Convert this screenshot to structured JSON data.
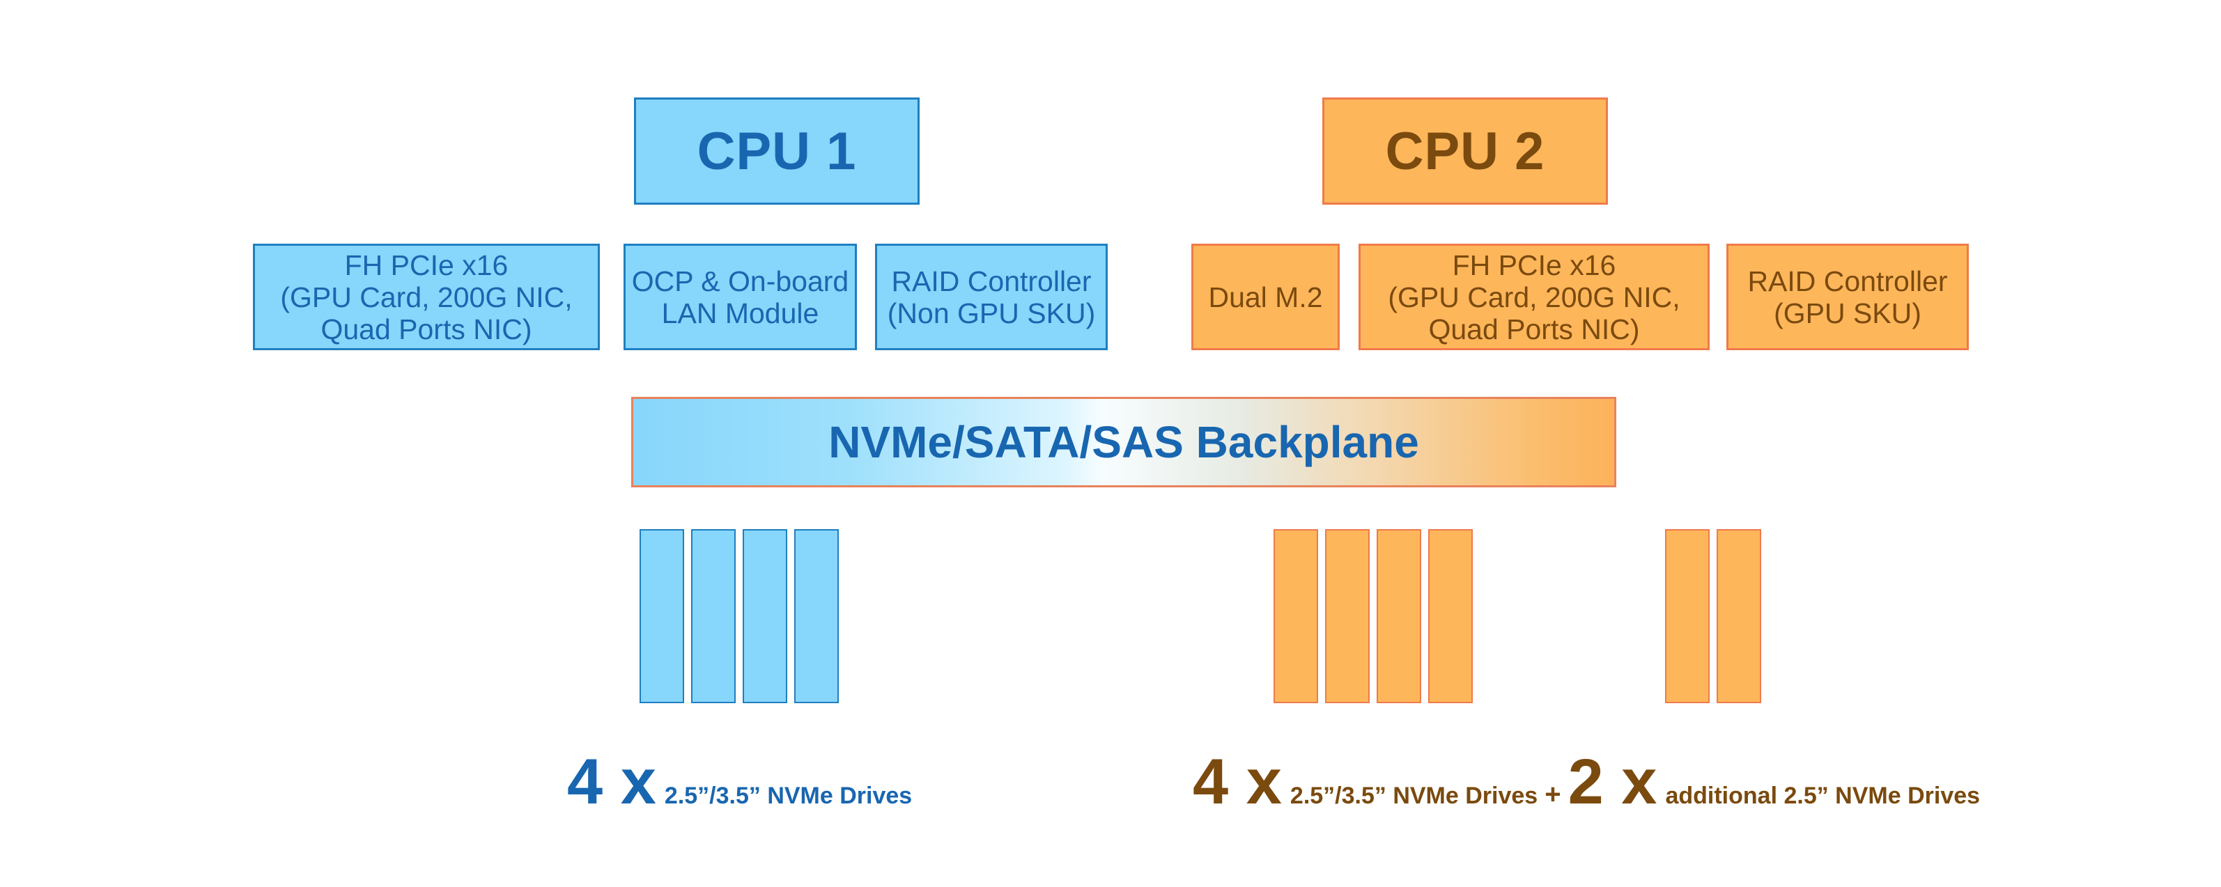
{
  "cpu1": {
    "label": "CPU 1",
    "modules": [
      "FH PCIe x16\n(GPU Card, 200G NIC,\nQuad Ports NIC)",
      "OCP & On-board\nLAN Module",
      "RAID Controller\n(Non GPU SKU)"
    ]
  },
  "cpu2": {
    "label": "CPU 2",
    "modules": [
      "Dual M.2",
      "FH PCIe x16\n(GPU Card, 200G NIC,\nQuad Ports NIC)",
      "RAID Controller\n(GPU SKU)"
    ]
  },
  "backplane": {
    "label": "NVMe/SATA/SAS Backplane"
  },
  "drives": {
    "cpu1_count": 4,
    "cpu2_count": 4,
    "cpu2_additional_count": 2
  },
  "captions": {
    "left": {
      "count": "4 x",
      "text": "2.5”/3.5” NVMe Drives"
    },
    "right": {
      "count": "4 x",
      "text": "2.5”/3.5” NVMe Drives",
      "plus": "+",
      "count2": "2 x",
      "text2": "additional 2.5” NVMe Drives"
    }
  },
  "colors": {
    "cpu1_fill": "#87d6fb",
    "cpu1_text": "#1966b0",
    "cpu2_fill": "#feb65a",
    "cpu2_text": "#7a4a0e"
  }
}
